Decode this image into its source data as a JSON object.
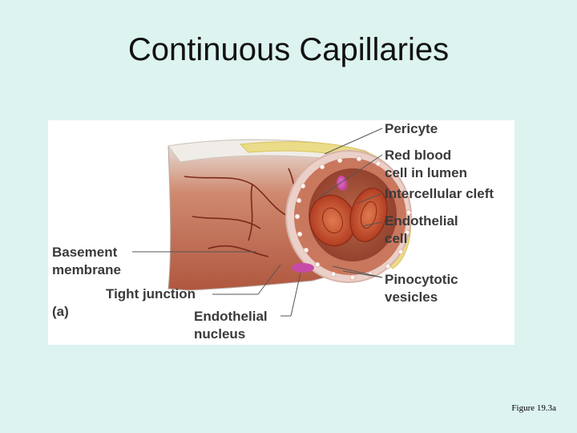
{
  "slide": {
    "title": "Continuous Capillaries",
    "caption": "Figure 19.3a"
  },
  "figure": {
    "panel": "(a)",
    "labels": {
      "pericyte": "Pericyte",
      "rbc_line1": "Red blood",
      "rbc_line2": "cell in lumen",
      "intercellular_cleft": "Intercellular cleft",
      "endothelial_cell_line1": "Endothelial",
      "endothelial_cell_line2": "cell",
      "pinocytotic_line1": "Pinocytotic",
      "pinocytotic_line2": "vesicles",
      "basement_line1": "Basement",
      "basement_line2": "membrane",
      "tight_junction": "Tight junction",
      "nucleus_line1": "Endothelial",
      "nucleus_line2": "nucleus"
    },
    "colors": {
      "background": "#dcf3f0",
      "vessel_wall": "#c8745a",
      "vessel_interior": "#a9533a",
      "lumen_rim": "#e6c7bf",
      "red_blood_cell": "#c2502e",
      "pericyte": "#e8d36a",
      "nucleus": "#c84aa8"
    }
  }
}
